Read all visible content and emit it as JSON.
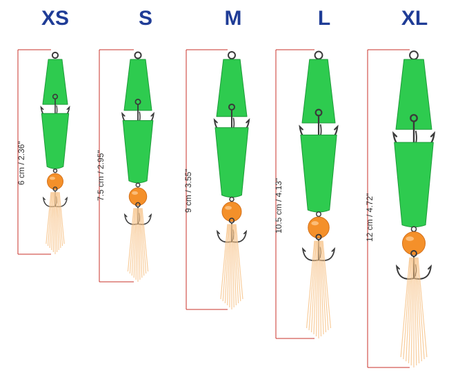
{
  "colors": {
    "label": "#1f3c96",
    "ruler": "#c8302a",
    "foam": "#2ecb4f",
    "foam_dark": "#1c9a38",
    "bead": "#f4902a",
    "bead_dark": "#d4701a",
    "hook": "#3a3a3a",
    "fiber": "#f7c48a"
  },
  "lures": [
    {
      "size": "XS",
      "length": "6 cm / 2.36\"",
      "length_cm": 6
    },
    {
      "size": "S",
      "length": "7.5 cm / 2.95\"",
      "length_cm": 7.5
    },
    {
      "size": "M",
      "length": "9 cm / 3.55\"",
      "length_cm": 9
    },
    {
      "size": "L",
      "length": "10.5 cm / 4.13\"",
      "length_cm": 10.5
    },
    {
      "size": "XL",
      "length": "12 cm / 4.72\"",
      "length_cm": 12
    }
  ]
}
